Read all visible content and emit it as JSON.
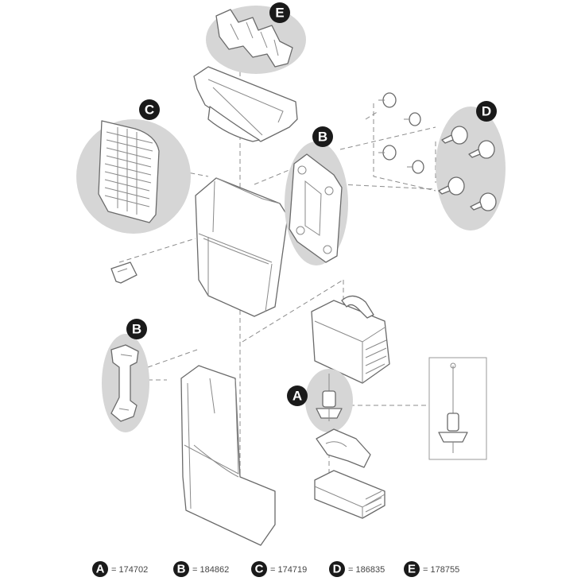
{
  "callouts": {
    "E": "E",
    "C": "C",
    "B_top": "B",
    "D": "D",
    "B_left": "B",
    "A": "A"
  },
  "legend": [
    {
      "letter": "A",
      "part": "= 174702"
    },
    {
      "letter": "B",
      "part": "= 184862"
    },
    {
      "letter": "C",
      "part": "= 174719"
    },
    {
      "letter": "D",
      "part": "= 186835"
    },
    {
      "letter": "E",
      "part": "= 178755"
    }
  ],
  "colors": {
    "callout_bubble": "#d6d6d6",
    "badge": "#1a1a1a",
    "line": "#6a6a6a"
  }
}
